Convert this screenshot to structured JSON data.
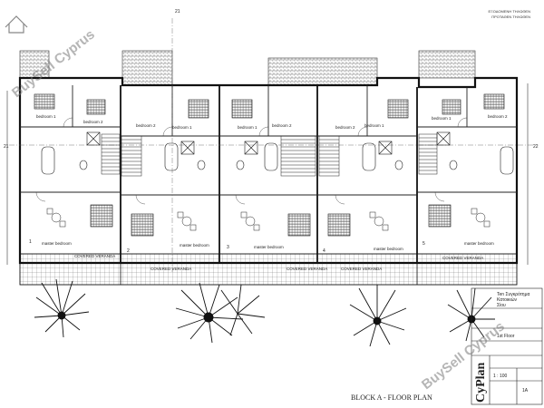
{
  "title": "BLOCK A - FLOOR PLAN",
  "watermark": "BuySell Cyprus",
  "legend_lines": [
    "ΕΞΟΔΟΜΕΝΗ ΤΗΛΩΘΕΝ",
    "ΠΡΟΤΑΘΕΝ ΤΗΛΩΘΕΝ"
  ],
  "grid_marks": {
    "left": "21",
    "right": "22",
    "top": "21"
  },
  "units": [
    {
      "number": "1",
      "rooms": [
        "bedroom 1",
        "bedroom 2",
        "master bedroom"
      ],
      "veranda": "COVERED VERANDA"
    },
    {
      "number": "2",
      "rooms": [
        "bedroom 1",
        "bedroom 2",
        "master bedroom"
      ],
      "veranda": "COVERED VERANDA"
    },
    {
      "number": "3",
      "rooms": [
        "bedroom 1",
        "bedroom 2",
        "master bedroom"
      ],
      "veranda": "COVERED VERANDA"
    },
    {
      "number": "4",
      "rooms": [
        "bedroom 1",
        "bedroom 2",
        "master bedroom"
      ],
      "veranda": "COVERED VERANDA"
    },
    {
      "number": "5",
      "rooms": [
        "bedroom 1",
        "bedroom 2",
        "master bedroom"
      ],
      "veranda": "COVERED VERANDA"
    }
  ],
  "title_block": {
    "project_lines": [
      "Ten Συγκρότημα",
      "Κατοικιών",
      "Σίου"
    ],
    "sheet": "1st Floor",
    "scale": "1 : 100",
    "drawing_no": "1A",
    "firm": "CyPlan"
  }
}
